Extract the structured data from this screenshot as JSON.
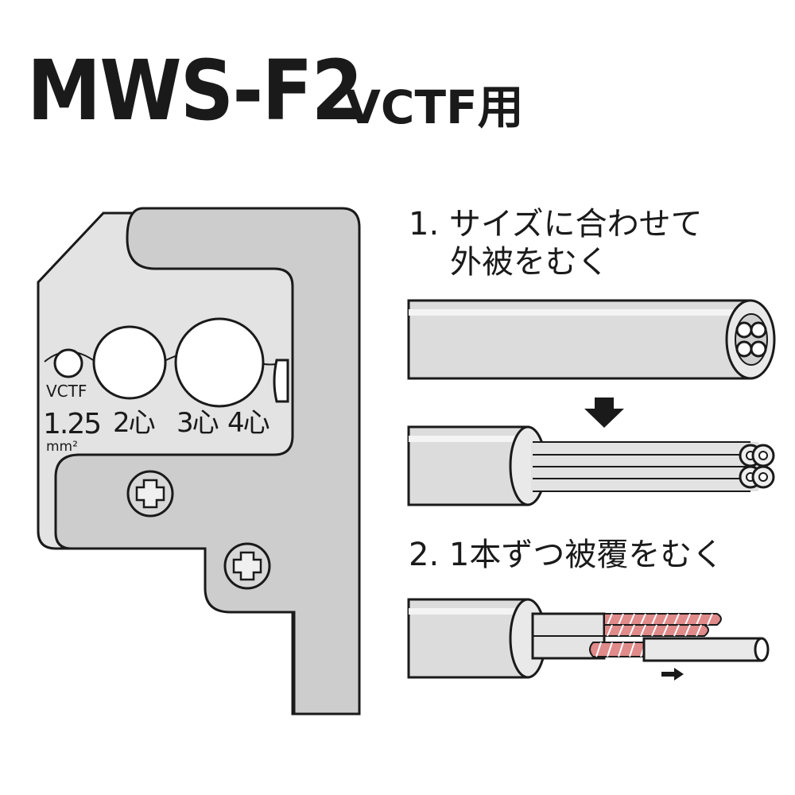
{
  "title": {
    "model": "MWS-F2",
    "suffix": "VCTF用"
  },
  "tool": {
    "labels": {
      "cable_type": "VCTF",
      "size_1": "1.25",
      "unit": "mm²",
      "size_2": "2心",
      "size_3": "3心",
      "size_4": "4心"
    }
  },
  "steps": [
    {
      "line1": "1. サイズに合わせて",
      "line2": "外被をむく"
    },
    {
      "line1": "2. 1本ずつ被覆をむく"
    }
  ],
  "colors": {
    "outline": "#1a1a1a",
    "tool_body": "#c9c9c9",
    "tool_plate": "#e6e6e6",
    "cable_gray": "#d6d6d6",
    "copper": "#e08a8a"
  }
}
